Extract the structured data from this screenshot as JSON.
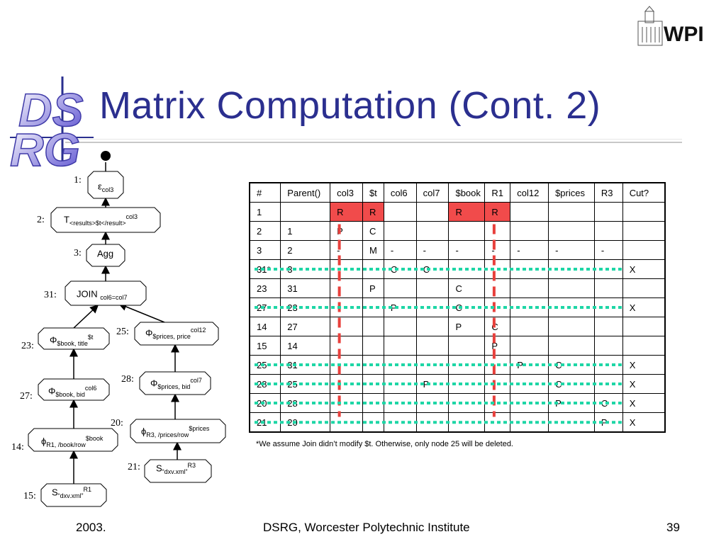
{
  "title": "Matrix Computation (Cont. 2)",
  "logos": {
    "dsrg": "DSRG",
    "wpi": "WPI"
  },
  "tree": {
    "nodes": [
      {
        "label": "1:",
        "op": "ε",
        "sub": "col3",
        "sup": ""
      },
      {
        "label": "2:",
        "op": "T",
        "sub": "<results>$t</result>",
        "sup": "col3"
      },
      {
        "label": "3:",
        "op": "Agg",
        "sub": "",
        "sup": ""
      },
      {
        "label": "31:",
        "op": "JOIN ",
        "sub": "col6=col7",
        "sup": ""
      },
      {
        "label": "23:",
        "op": "Φ",
        "sub": "$book, title",
        "sup": "$t"
      },
      {
        "label": "25:",
        "op": "Φ",
        "sub": "$prices, price",
        "sup": "col12"
      },
      {
        "label": "27:",
        "op": "Φ",
        "sub": "$book, bid",
        "sup": "col6"
      },
      {
        "label": "28:",
        "op": "Φ",
        "sub": "$prices, bid",
        "sup": "col7"
      },
      {
        "label": "20:",
        "op": "ϕ",
        "sub": "R3, /prices/row",
        "sup": "$prices"
      },
      {
        "label": "14:",
        "op": "ϕ",
        "sub": "R1, /book/row",
        "sup": "$book"
      },
      {
        "label": "21:",
        "op": "S",
        "sub": "“dxv.xml”",
        "sup": "R3"
      },
      {
        "label": "15:",
        "op": "S",
        "sub": "“dxv.xml”",
        "sup": "R1"
      }
    ]
  },
  "table": {
    "header": [
      "#",
      "Parent()",
      "col3",
      "$t",
      "col6",
      "col7",
      "$book",
      "R1",
      "col12",
      "$prices",
      "R3",
      "Cut?"
    ],
    "rows": [
      [
        "1",
        "",
        "R",
        "R",
        "",
        "",
        "R",
        "R",
        "",
        "",
        "",
        ""
      ],
      [
        "2",
        "1",
        "P",
        "C",
        "",
        "",
        "",
        "",
        "",
        "",
        "",
        ""
      ],
      [
        "3",
        "2",
        "-",
        "M",
        "-",
        "-",
        "-",
        "-",
        "-",
        "-",
        "-",
        ""
      ],
      [
        "31*",
        "3",
        "",
        "",
        "C",
        "C",
        "",
        "",
        "",
        "",
        "",
        "X"
      ],
      [
        "23",
        "31",
        "",
        "P",
        "",
        "",
        "C",
        "",
        "",
        "",
        "",
        ""
      ],
      [
        "27",
        "23",
        "",
        "",
        "P",
        "",
        "C",
        "",
        "",
        "",
        "",
        "X"
      ],
      [
        "14",
        "27",
        "",
        "",
        "",
        "",
        "P",
        "C",
        "",
        "",
        "",
        ""
      ],
      [
        "15",
        "14",
        "",
        "",
        "",
        "",
        "",
        "P",
        "",
        "",
        "",
        ""
      ],
      [
        "25",
        "31",
        "",
        "",
        "",
        "",
        "",
        "",
        "P",
        "C",
        "",
        "X"
      ],
      [
        "28",
        "25",
        "",
        "",
        "",
        "P",
        "",
        "",
        "",
        "C",
        "",
        "X"
      ],
      [
        "20",
        "28",
        "",
        "",
        "",
        "",
        "",
        "",
        "",
        "P",
        "C",
        "X"
      ],
      [
        "21",
        "20",
        "",
        "",
        "",
        "",
        "",
        "",
        "",
        "",
        "P",
        "X"
      ]
    ],
    "red_cells": [
      [
        1,
        2
      ],
      [
        1,
        3
      ],
      [
        1,
        6
      ],
      [
        1,
        7
      ]
    ],
    "dashed_rows": [
      4,
      6,
      9,
      10,
      11,
      12
    ],
    "dashed_cols": [
      2,
      7
    ],
    "colors": {
      "red_fill": "#f14b4b",
      "dash_red": "#e8403c",
      "dash_teal": "#1ed6a6"
    }
  },
  "footnote": "*We assume Join didn’t modify $t. Otherwise, only node 25 will be deleted.",
  "footer": {
    "left": "2003.",
    "center": "DSRG,  Worcester Polytechnic Institute",
    "right": "39"
  }
}
